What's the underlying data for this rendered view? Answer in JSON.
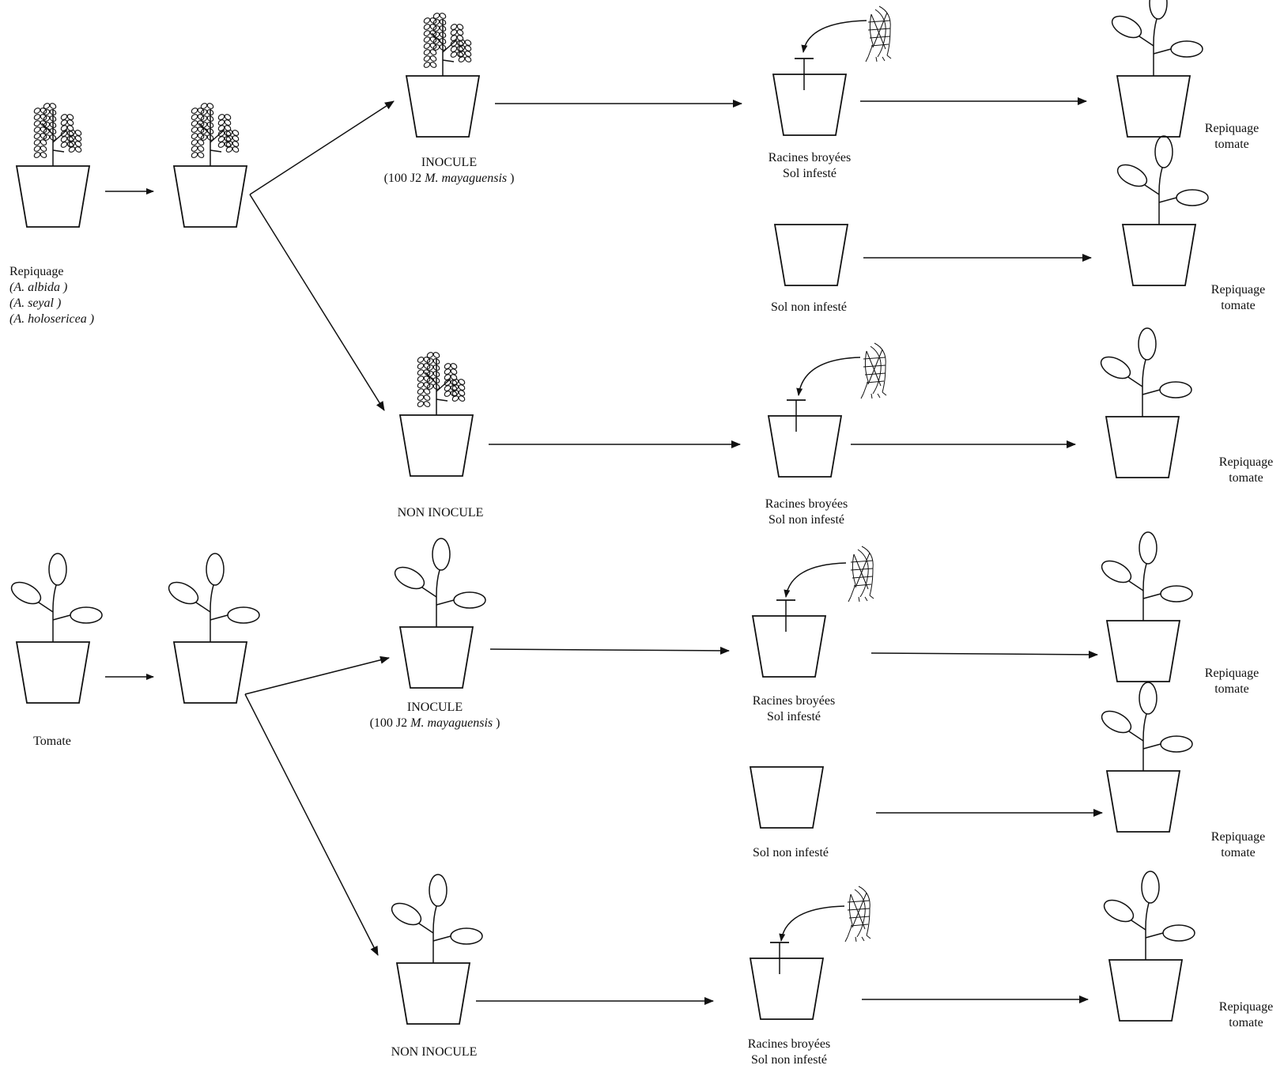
{
  "labels": {
    "acacia_source": {
      "title": "Repiquage",
      "species": [
        "(A. albida )",
        "(A. seyal )",
        "(A. holosericea )"
      ]
    },
    "tomato_source": "Tomate",
    "inoculated": "INOCULE",
    "inoculum_prefix": "(100 J2 ",
    "inoculum_species": "M. mayaguensis",
    "inoculum_suffix": " )",
    "not_inoculated": "NON INOCULE",
    "crushed_roots": "Racines broyées",
    "infested_soil": "Sol infesté",
    "non_infested_soil": "Sol non infesté",
    "transplant": "Repiquage",
    "tomato": "tomate"
  }
}
